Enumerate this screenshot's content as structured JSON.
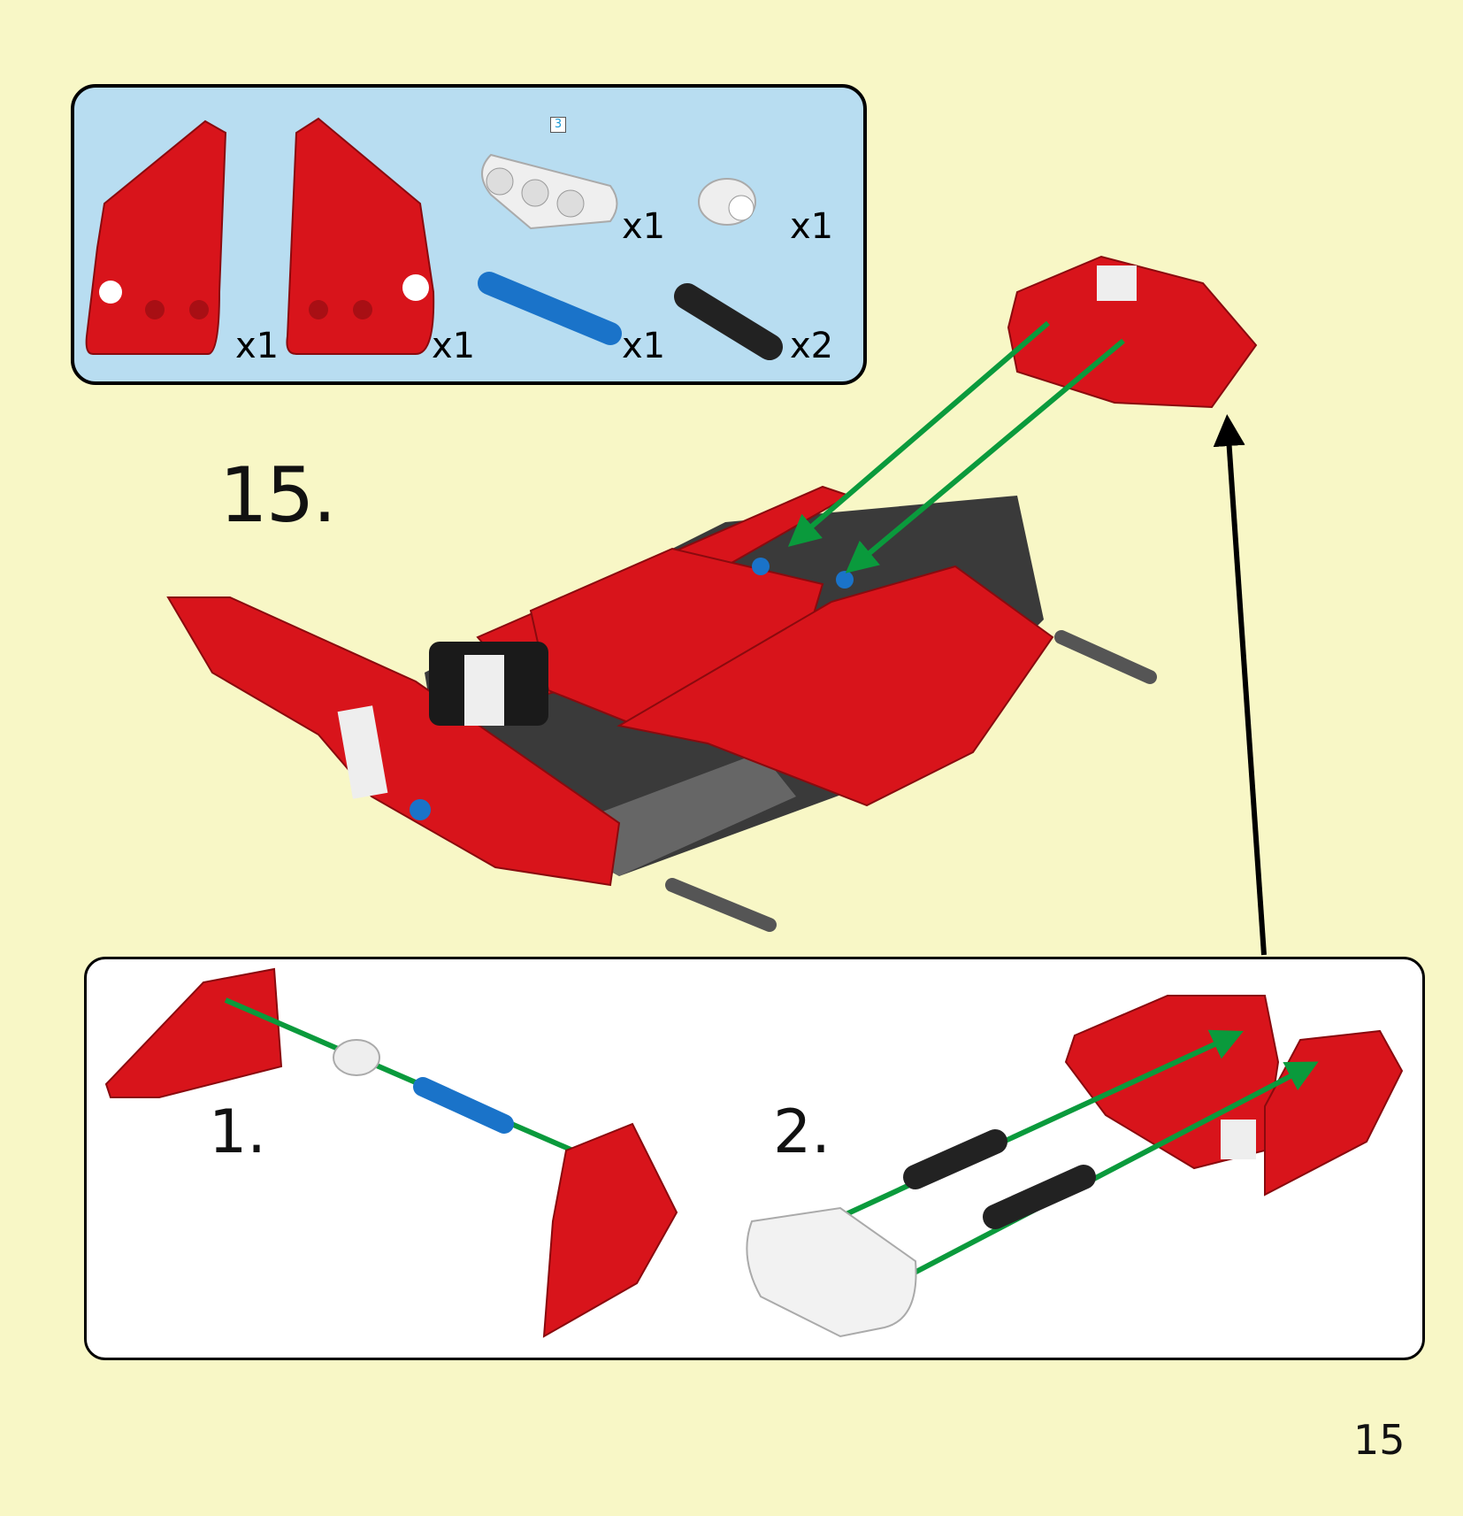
{
  "step_number": "15.",
  "page_number": "15",
  "parts_list": {
    "items": [
      {
        "part": "red-panel-left",
        "qty": "x1"
      },
      {
        "part": "red-panel-right",
        "qty": "x1"
      },
      {
        "part": "white-beam-3",
        "qty": "x1",
        "length_label": "3"
      },
      {
        "part": "white-bush",
        "qty": "x1"
      },
      {
        "part": "blue-axle-pin",
        "qty": "x1"
      },
      {
        "part": "black-friction-pin",
        "qty": "x2"
      }
    ]
  },
  "substeps": [
    {
      "label": "1."
    },
    {
      "label": "2."
    }
  ],
  "colors": {
    "background": "#f8f7c6",
    "parts_box": "#b8ddf1",
    "red": "#d8141b",
    "arrow_green": "#0a9a3c"
  }
}
